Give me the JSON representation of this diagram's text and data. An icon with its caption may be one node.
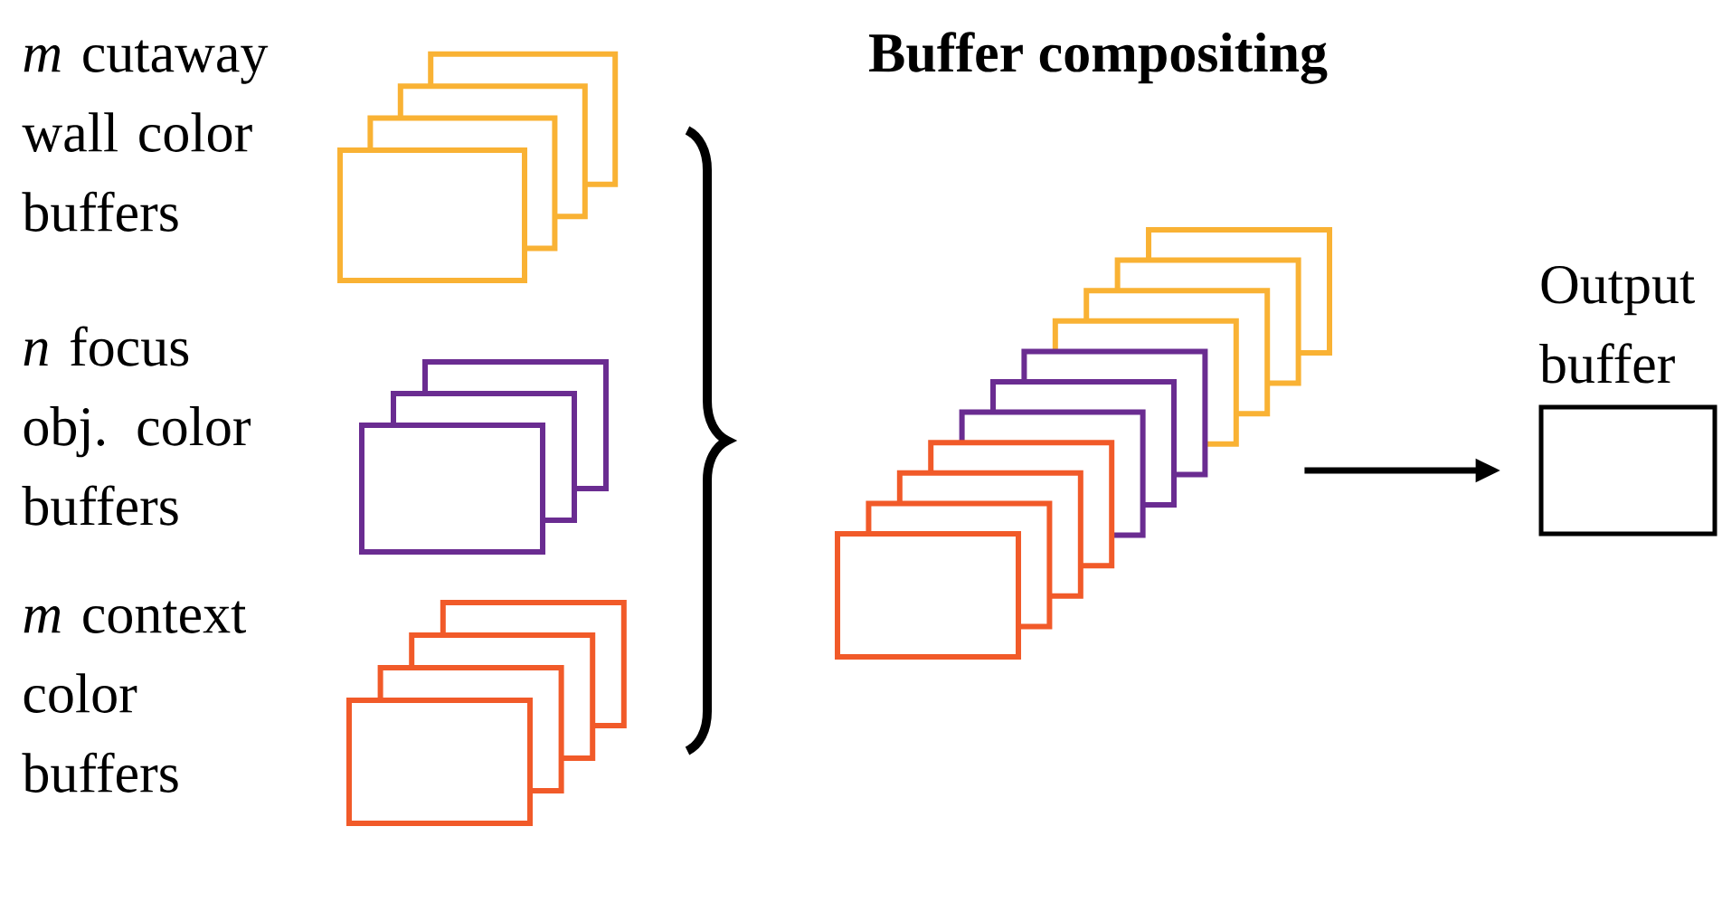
{
  "diagram": {
    "title": "Buffer compositing",
    "nodes": [
      {
        "text": [],
        "shape": "box",
        "beside": [
          "*m* cutaway wall color buffers"
        ]
      },
      {
        "text": [],
        "shape": "box",
        "beside": [
          "*n* focus obj. color buffers"
        ]
      },
      {
        "text": [],
        "shape": "box",
        "beside": [
          "*m* context color buffers"
        ]
      },
      {
        "text": [],
        "shape": "box"
      },
      {
        "text": [
          "Output buffer"
        ]
      }
    ],
    "edges": [
      {
        "from": 3,
        "to": 4,
        "arrow": "to"
      }
    ]
  }
}
